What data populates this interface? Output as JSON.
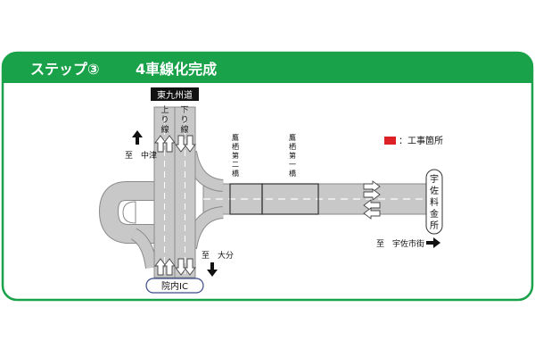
{
  "header": {
    "step": "ステップ③",
    "title": "4車線化完成"
  },
  "road_labels": {
    "expressway": "東九州道",
    "up_line": [
      "上",
      "り",
      "線"
    ],
    "down_line": [
      "下",
      "り",
      "線"
    ],
    "bridge2": [
      "鷹",
      "栖",
      "第",
      "二",
      "橋"
    ],
    "bridge1": [
      "鷹",
      "栖",
      "第",
      "一",
      "橋"
    ],
    "tollgate": [
      "宇",
      "佐",
      "料",
      "金",
      "所"
    ],
    "interchange": "院内IC"
  },
  "directions": {
    "to_nakatsu": "至　中津",
    "to_oita": "至　大分",
    "to_usa": "至　宇佐市街"
  },
  "legend": {
    "label": "：工事箇所",
    "color": "#dd1f26"
  },
  "colors": {
    "header_green": "#1aa24a",
    "road_gray": "#c8c8c8",
    "road_edge": "#8a8a8a"
  }
}
